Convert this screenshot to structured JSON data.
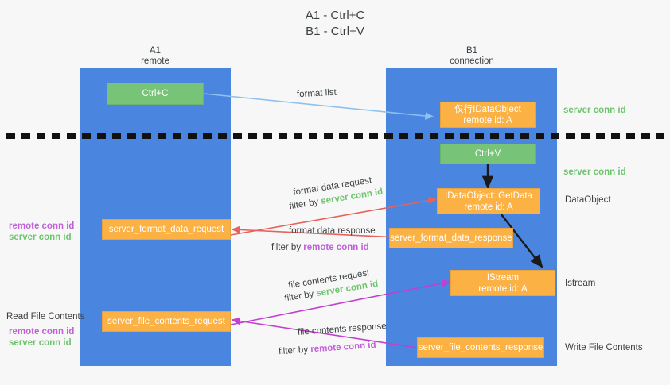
{
  "title": {
    "line1": "A1 - Ctrl+C",
    "line2": "B1 - Ctrl+V"
  },
  "columns": [
    {
      "name": "A1",
      "sub": "remote"
    },
    {
      "name": "B1",
      "sub": "connection"
    }
  ],
  "nodes": {
    "ctrl_c": {
      "label": "Ctrl+C",
      "sub": "",
      "color": "#77c377"
    },
    "idataobject": {
      "label": "仅行IDataObject",
      "sub": "remote id: A",
      "color": "#fbb144"
    },
    "ctrl_v": {
      "label": "Ctrl+V",
      "sub": "",
      "color": "#77c377"
    },
    "getdata": {
      "label": "IDataObject::GetData",
      "sub": "remote id: A",
      "color": "#fbb144"
    },
    "istream": {
      "label": "IStream",
      "sub": "remote id: A",
      "color": "#fbb144"
    },
    "format_data_request": {
      "label": "server_format_data_request",
      "sub": "",
      "color": "#fbb144"
    },
    "format_data_response": {
      "label": "server_format_data_response",
      "sub": "",
      "color": "#fbb144"
    },
    "file_contents_request": {
      "label": "server_file_contents_request",
      "sub": "",
      "color": "#fbb144"
    },
    "file_contents_response": {
      "label": "server_file_contents_response",
      "sub": "",
      "color": "#fbb144"
    }
  },
  "edge_labels": {
    "format_list": "format list",
    "format_data_request": "format data request",
    "format_data_request_filter_prefix": "filter by ",
    "format_data_request_filter_value": "server conn id",
    "format_data_response": "format data response",
    "format_data_response_filter_prefix": "filter by ",
    "format_data_response_filter_value": "remote conn id",
    "file_contents_request": "file contents request",
    "file_contents_request_filter_prefix": "filter by ",
    "file_contents_request_filter_value": "server conn id",
    "file_contents_response": "file contents response",
    "file_contents_response_filter_prefix": "filter by ",
    "file_contents_response_filter_value": "remote conn id"
  },
  "annotations": {
    "right_server_conn_id_top": "server conn id",
    "right_server_conn_id_mid": "server conn id",
    "right_dataobject": "DataObject",
    "right_istream": "Istream",
    "right_write_file_contents": "Write File Contents",
    "left_remote_conn_id_upper": "remote conn id",
    "left_server_conn_id_upper": "server conn id",
    "left_read_file_contents": "Read File Contents",
    "left_remote_conn_id_lower": "remote conn id",
    "left_server_conn_id_lower": "server conn id"
  },
  "colors": {
    "lane": "#4a86e0",
    "green_box": "#77c377",
    "orange_box": "#fbb144",
    "green_text": "#6ec46e",
    "purple_text": "#c061d8",
    "light_blue_arrow": "#8fc0ee",
    "red_arrow": "#e8615a",
    "magenta_arrow": "#c23fd0",
    "black_arrow": "#1a1a1a",
    "background": "#f7f7f7"
  }
}
